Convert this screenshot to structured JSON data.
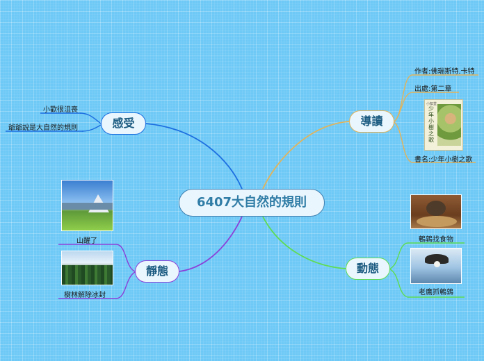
{
  "center": {
    "title": "6407大自然的規則"
  },
  "branches": {
    "feeling": {
      "label": "感受",
      "items": [
        "小歡很沮喪",
        "爺爺說是大自然的規則"
      ]
    },
    "guide": {
      "label": "導讀",
      "items": [
        "作者:佛瑞斯特.卡特",
        "出處:第二章",
        "書名:少年小樹之歌"
      ],
      "book_cover_text": "少年小樹之歌",
      "book_cover_publisher": "小知堂"
    },
    "static": {
      "label": "靜態",
      "items": [
        "山醒了",
        "樹林解除冰封"
      ]
    },
    "dynamic": {
      "label": "動態",
      "items": [
        "鵪鶉找食物",
        "老鷹抓鵪鶉"
      ]
    }
  },
  "colors": {
    "feeling": "#1d6fe0",
    "guide": "#e2b35a",
    "static": "#8b3fd8",
    "dynamic": "#5fdc52"
  }
}
